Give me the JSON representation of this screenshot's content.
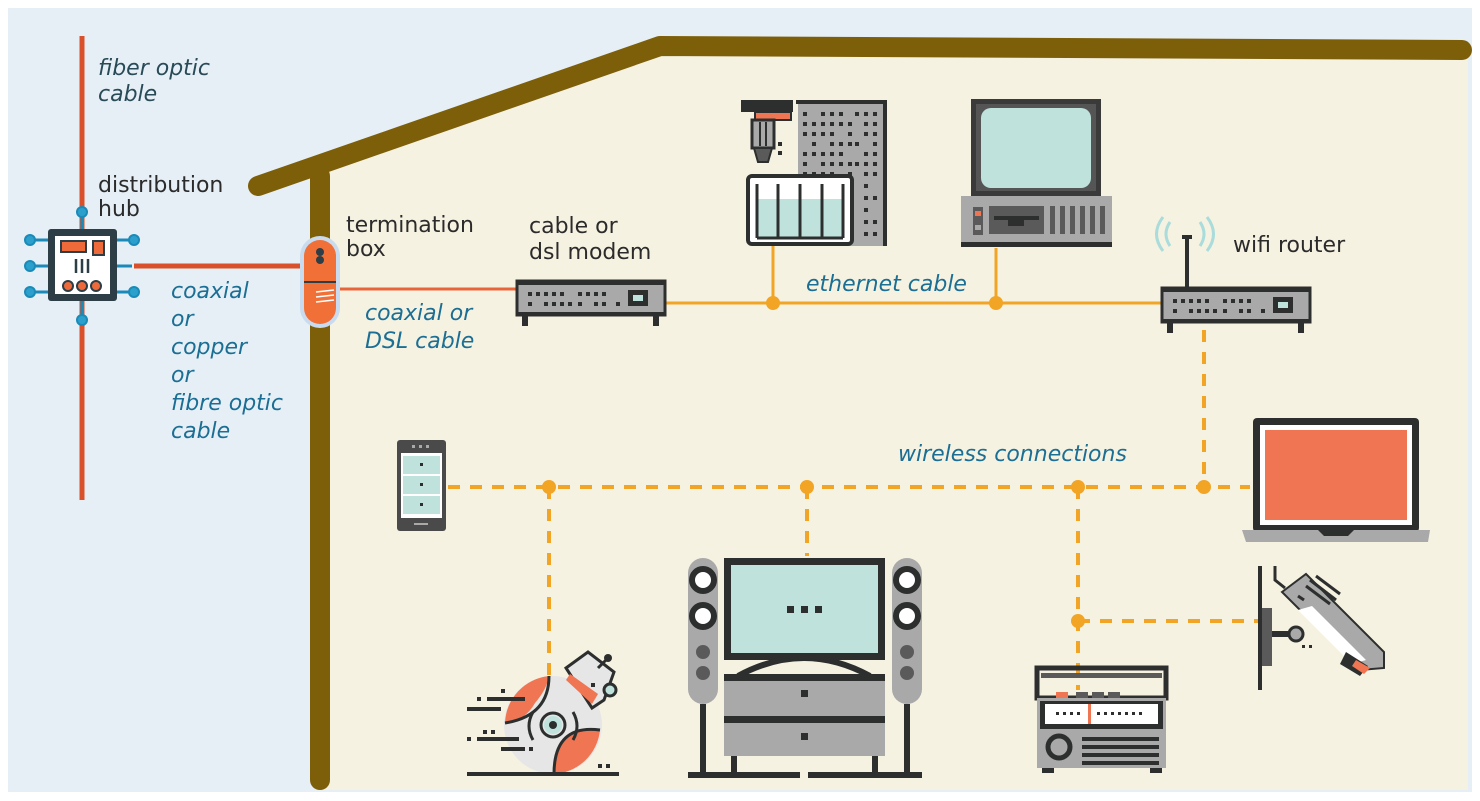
{
  "colors": {
    "sky": "#e6eff6",
    "interior": "#f6f2e1",
    "house_frame": "#7d5f0a",
    "cable_red": "#d9502b",
    "ethernet": "#f2a425",
    "wireless": "#f2a425",
    "label_blue": "#1b6e94",
    "label_dark": "#2b2b2b",
    "device_dark": "#2d2f2f",
    "device_gray": "#a9a9a9",
    "screen_teal": "#bfe3dc",
    "accent_orange": "#f07552",
    "hub_blue": "#1a8ab8"
  },
  "labels": {
    "fiber_optic_cable": "fiber optic\ncable",
    "distribution_hub": "distribution\nhub",
    "coaxial_copper_fibre": "coaxial\nor\ncopper\nor\nfibre optic\ncable",
    "termination_box": "termination\nbox",
    "cable_or_dsl_modem": "cable or\ndsl modem",
    "coaxial_or_dsl_cable": "coaxial or\nDSL cable",
    "ethernet_cable": "ethernet cable",
    "wifi_router": "wifi router",
    "wireless_connections": "wireless connections"
  },
  "nodes": [
    {
      "id": "distribution-hub",
      "icon": "circuit-board-icon"
    },
    {
      "id": "termination-box",
      "icon": "termination-box-icon"
    },
    {
      "id": "modem",
      "icon": "modem-icon"
    },
    {
      "id": "printer-3d",
      "icon": "3d-printer-icon"
    },
    {
      "id": "desktop-computer",
      "icon": "desktop-computer-icon"
    },
    {
      "id": "wifi-router",
      "icon": "wifi-router-icon"
    },
    {
      "id": "smartphone",
      "icon": "smartphone-icon"
    },
    {
      "id": "robot-toy",
      "icon": "robot-toy-icon"
    },
    {
      "id": "home-theater",
      "icon": "home-theater-icon"
    },
    {
      "id": "laptop",
      "icon": "laptop-icon"
    },
    {
      "id": "security-camera",
      "icon": "security-camera-icon"
    },
    {
      "id": "radio",
      "icon": "radio-icon"
    }
  ],
  "connections": [
    {
      "from": "outside",
      "to": "distribution-hub",
      "type": "fiber optic cable"
    },
    {
      "from": "distribution-hub",
      "to": "termination-box",
      "type": "coaxial or copper or fibre optic cable"
    },
    {
      "from": "termination-box",
      "to": "modem",
      "type": "coaxial or DSL cable"
    },
    {
      "from": "modem",
      "to": "wifi-router",
      "type": "ethernet cable"
    },
    {
      "from": "printer-3d",
      "to": "ethernet",
      "type": "ethernet cable"
    },
    {
      "from": "desktop-computer",
      "to": "ethernet",
      "type": "ethernet cable"
    },
    {
      "from": "wifi-router",
      "to": "smartphone",
      "type": "wireless"
    },
    {
      "from": "wifi-router",
      "to": "robot-toy",
      "type": "wireless"
    },
    {
      "from": "wifi-router",
      "to": "home-theater",
      "type": "wireless"
    },
    {
      "from": "wifi-router",
      "to": "laptop",
      "type": "wireless"
    },
    {
      "from": "wifi-router",
      "to": "security-camera",
      "type": "wireless"
    },
    {
      "from": "wifi-router",
      "to": "radio",
      "type": "wireless"
    }
  ]
}
